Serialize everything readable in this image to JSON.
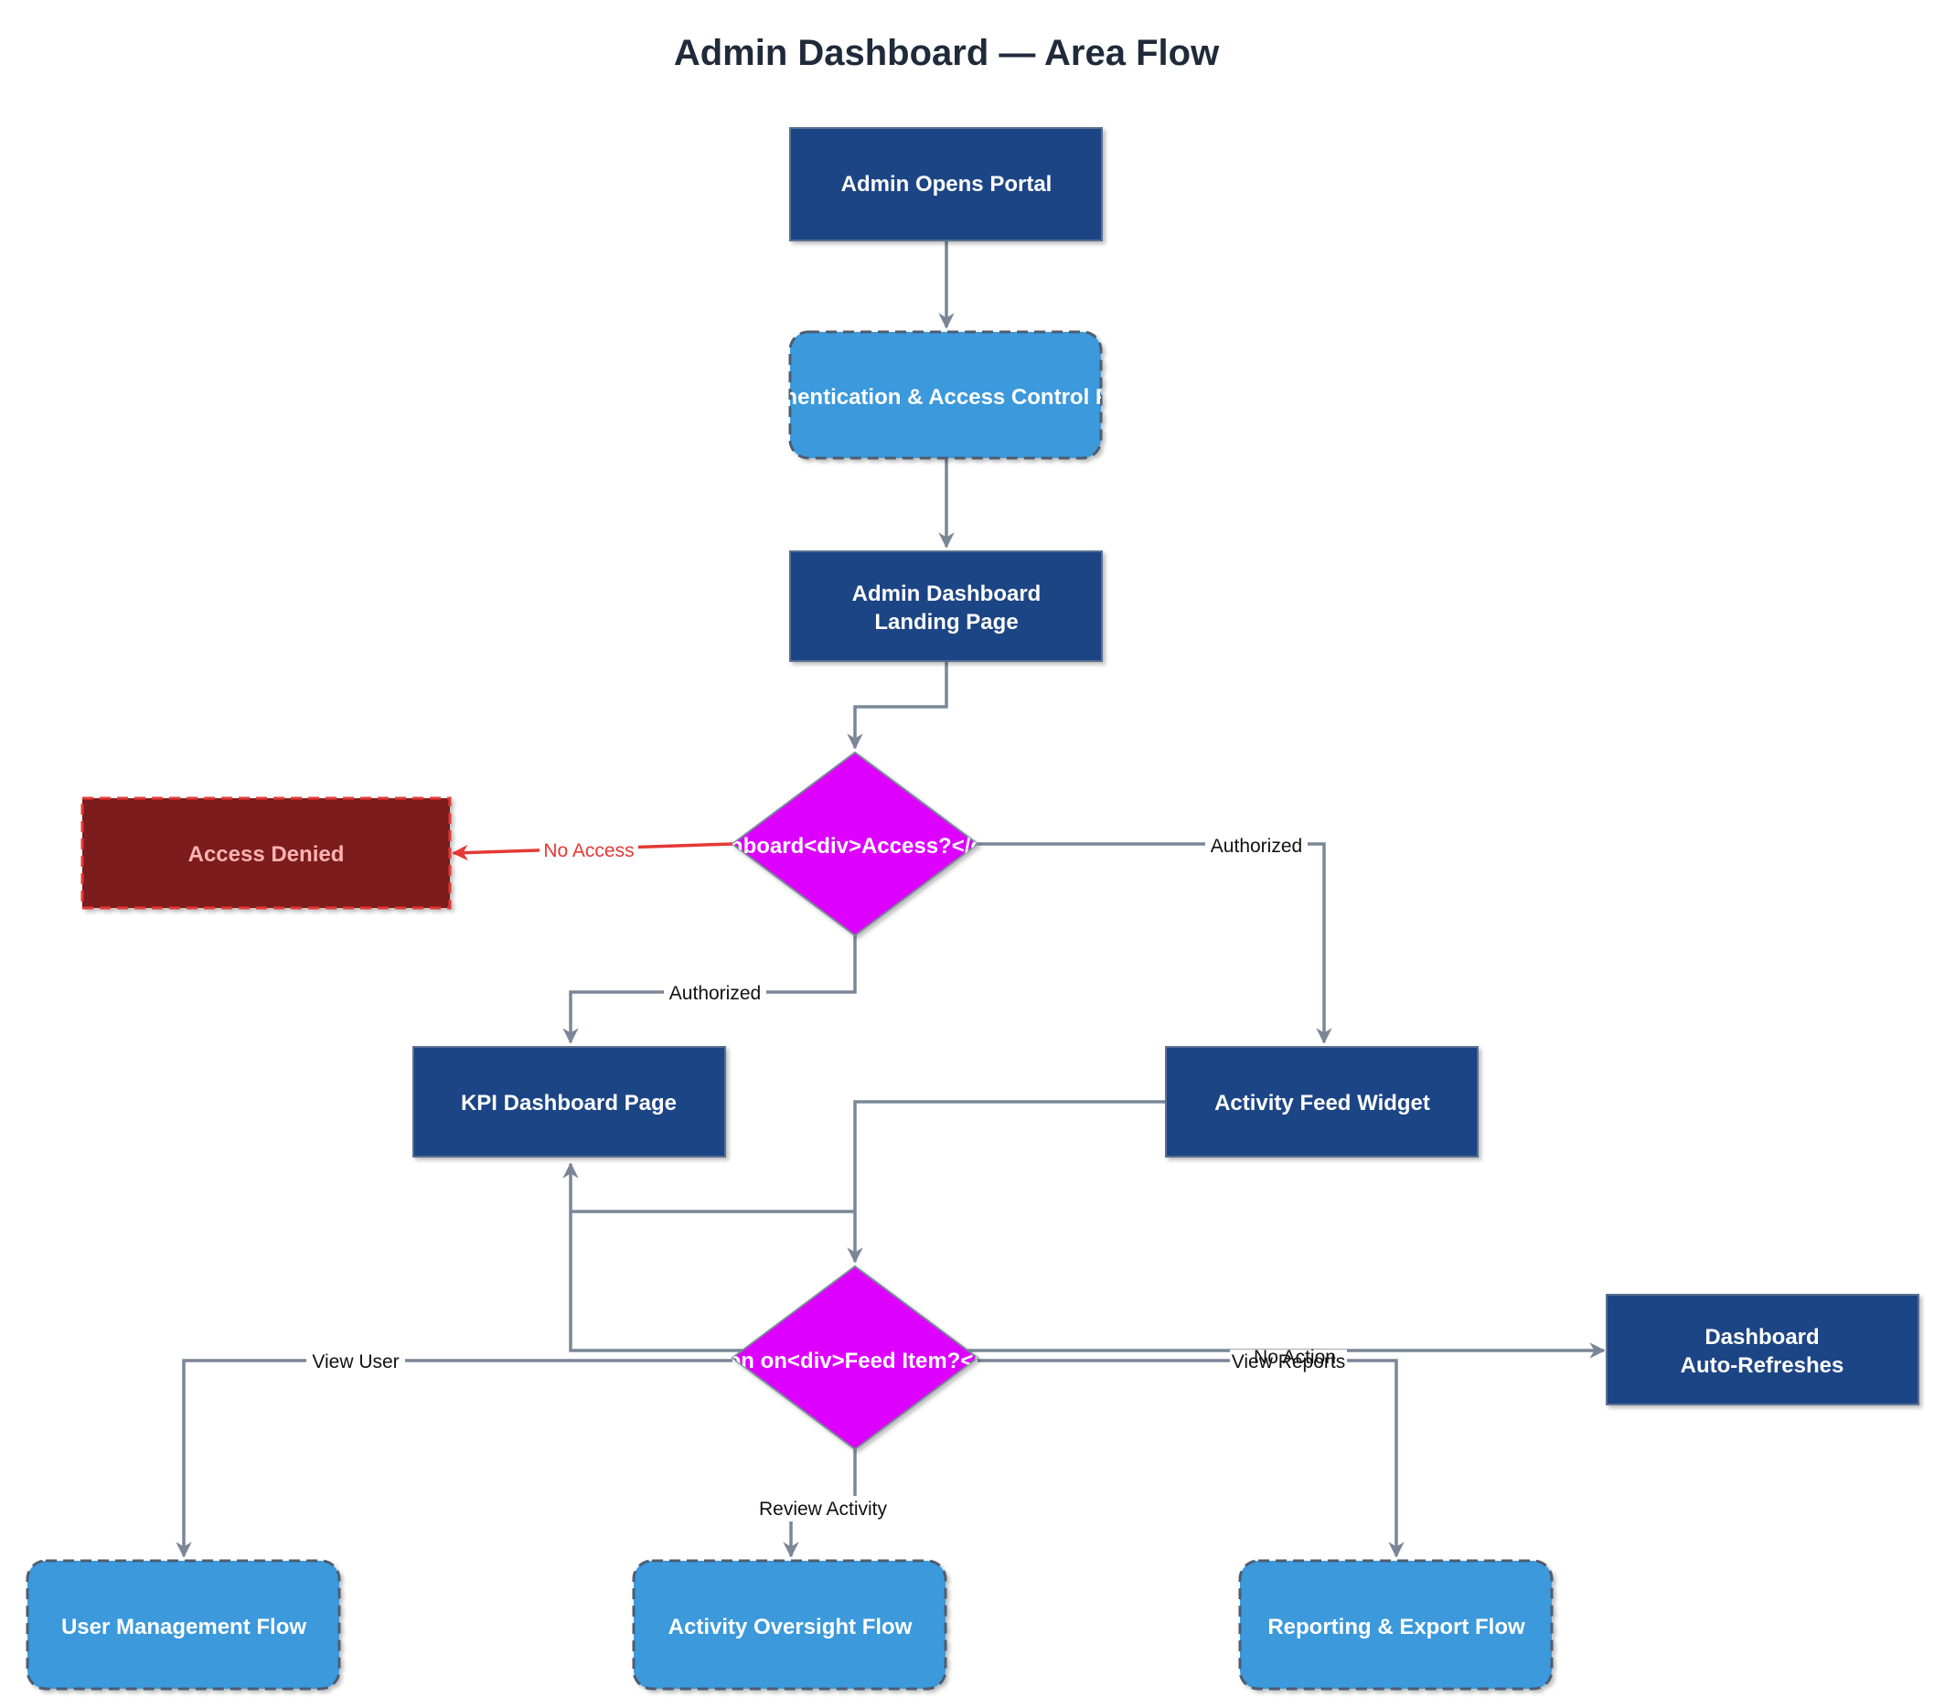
{
  "title": "Admin Dashboard — Area Flow",
  "colors": {
    "process": "#1d4585",
    "subflow": "#3a99dc",
    "decision": "#dd00ff",
    "denied": "#7d1a1a",
    "denied_text": "#ffb3b3",
    "edge": "#7a8797",
    "edge_denied": "#e53935"
  },
  "nodes": {
    "admin_opens_portal": {
      "lines": [
        "Admin Opens Portal"
      ],
      "shape": "process"
    },
    "auth_access_control": {
      "lines": [
        "Authentication & Access Control Flow"
      ],
      "shape": "subflow"
    },
    "landing_page": {
      "lines": [
        "Admin Dashboard",
        "Landing Page"
      ],
      "shape": "process"
    },
    "dashboard_access": {
      "lines": [
        "Dashboard<div>Access?</div>"
      ],
      "shape": "decision"
    },
    "access_denied": {
      "lines": [
        "Access Denied"
      ],
      "shape": "denied"
    },
    "kpi_dashboard": {
      "lines": [
        "KPI Dashboard Page"
      ],
      "shape": "process"
    },
    "activity_feed": {
      "lines": [
        "Activity Feed Widget"
      ],
      "shape": "process"
    },
    "action_on_feed": {
      "lines": [
        "Action on<div>Feed Item?</div>"
      ],
      "shape": "decision"
    },
    "auto_refreshes": {
      "lines": [
        "Dashboard",
        "Auto-Refreshes"
      ],
      "shape": "process"
    },
    "user_mgmt_flow": {
      "lines": [
        "User Management Flow"
      ],
      "shape": "subflow"
    },
    "activity_oversight_flow": {
      "lines": [
        "Activity Oversight Flow"
      ],
      "shape": "subflow"
    },
    "reporting_export_flow": {
      "lines": [
        "Reporting & Export Flow"
      ],
      "shape": "subflow"
    }
  },
  "edge_labels": {
    "no_access": "No Access",
    "authorized_right": "Authorized",
    "authorized_left": "Authorized",
    "view_user": "View User",
    "view_reports": "View Reports",
    "no_action": "No Action",
    "review_activity": "Review Activity"
  }
}
